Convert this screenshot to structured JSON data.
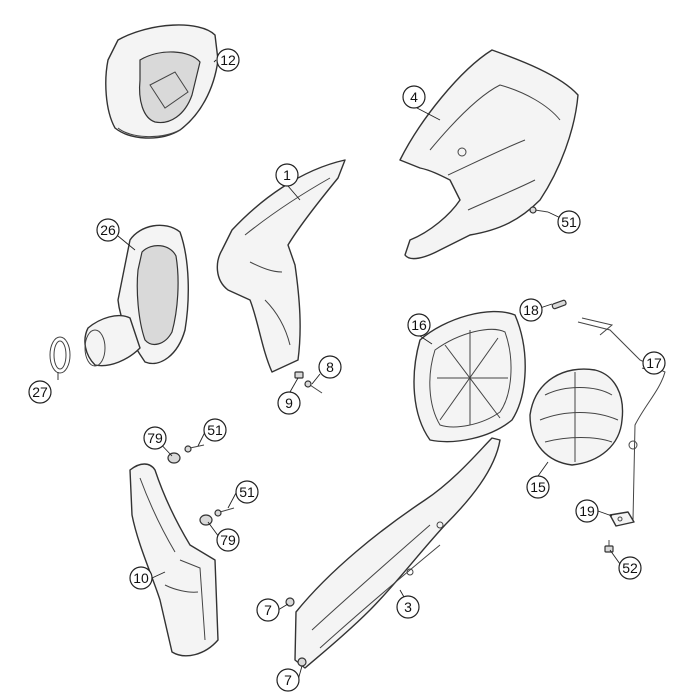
{
  "parts": [
    {
      "id": "p1",
      "number": "1"
    },
    {
      "id": "p3",
      "number": "3"
    },
    {
      "id": "p4",
      "number": "4"
    },
    {
      "id": "p7a",
      "number": "7"
    },
    {
      "id": "p7b",
      "number": "7"
    },
    {
      "id": "p8",
      "number": "8"
    },
    {
      "id": "p9",
      "number": "9"
    },
    {
      "id": "p10",
      "number": "10"
    },
    {
      "id": "p12",
      "number": "12"
    },
    {
      "id": "p15",
      "number": "15"
    },
    {
      "id": "p16",
      "number": "16"
    },
    {
      "id": "p17",
      "number": "17"
    },
    {
      "id": "p18",
      "number": "18"
    },
    {
      "id": "p19",
      "number": "19"
    },
    {
      "id": "p26",
      "number": "26"
    },
    {
      "id": "p27",
      "number": "27"
    },
    {
      "id": "p51a",
      "number": "51"
    },
    {
      "id": "p51b",
      "number": "51"
    },
    {
      "id": "p51c",
      "number": "51"
    },
    {
      "id": "p52",
      "number": "52"
    },
    {
      "id": "p79a",
      "number": "79"
    },
    {
      "id": "p79b",
      "number": "79"
    }
  ]
}
